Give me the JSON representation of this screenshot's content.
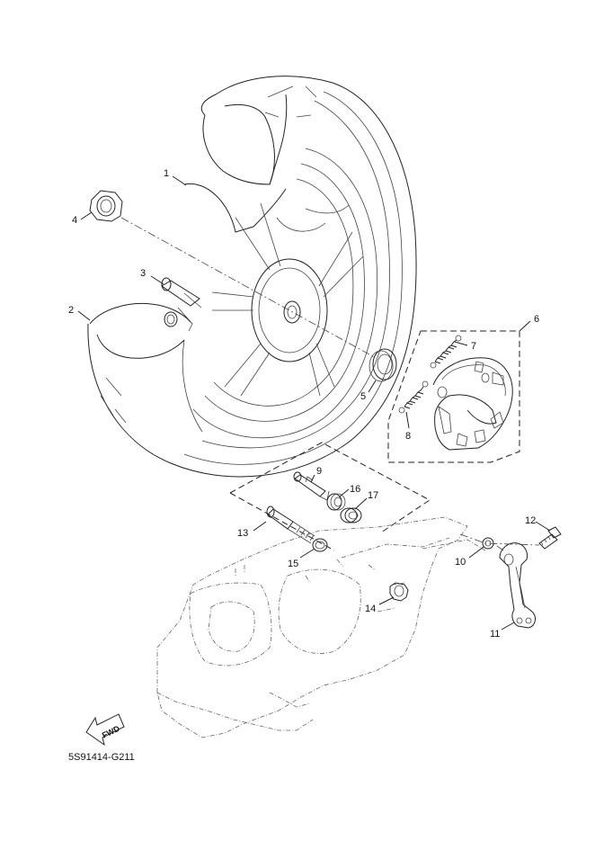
{
  "callouts": [
    {
      "id": "1",
      "text": "1"
    },
    {
      "id": "2",
      "text": "2"
    },
    {
      "id": "3",
      "text": "3"
    },
    {
      "id": "4",
      "text": "4"
    },
    {
      "id": "5",
      "text": "5"
    },
    {
      "id": "6",
      "text": "6"
    },
    {
      "id": "7",
      "text": "7"
    },
    {
      "id": "8",
      "text": "8"
    },
    {
      "id": "9",
      "text": "9"
    },
    {
      "id": "10",
      "text": "10"
    },
    {
      "id": "11",
      "text": "11"
    },
    {
      "id": "12",
      "text": "12"
    },
    {
      "id": "13",
      "text": "13"
    },
    {
      "id": "14",
      "text": "14"
    },
    {
      "id": "15",
      "text": "15"
    },
    {
      "id": "16",
      "text": "16"
    },
    {
      "id": "17",
      "text": "17"
    }
  ],
  "fwd_label": "FWD",
  "diagram_code": "5S91414-G211",
  "colors": {
    "line": "#222222",
    "background": "#ffffff"
  }
}
